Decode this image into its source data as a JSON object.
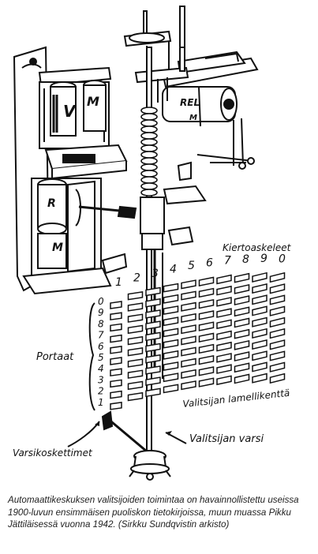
{
  "illustration": {
    "labels": {
      "v_coil_v": "V",
      "v_coil_m": "M",
      "relay_rel": "REL",
      "relay_m": "M",
      "r_coil": "R",
      "m_coil": "M",
      "kiertoaskeleet": "Kiertoaskeleet",
      "portaat": "Portaat",
      "lamellikentta": "Valitsijan lamellikenttä",
      "valitsijan_varsi": "Valitsijan varsi",
      "varsikoskettimet": "Varsikoskettimet"
    },
    "column_numbers": [
      "1",
      "2",
      "3",
      "4",
      "5",
      "6",
      "7",
      "8",
      "9",
      "0"
    ],
    "level_numbers": [
      "0",
      "9",
      "8",
      "7",
      "6",
      "5",
      "4",
      "3",
      "2",
      "1"
    ]
  },
  "caption": {
    "text": "Automaattikeskuksen valitsijoiden toimintaa on havainnollistettu useissa 1900-luvun ensimmäisen puoliskon tietokirjoissa, muun muassa Pikku Jättiläisessä vuonna 1942. (Sirkku Sundqvistin arkisto)"
  }
}
